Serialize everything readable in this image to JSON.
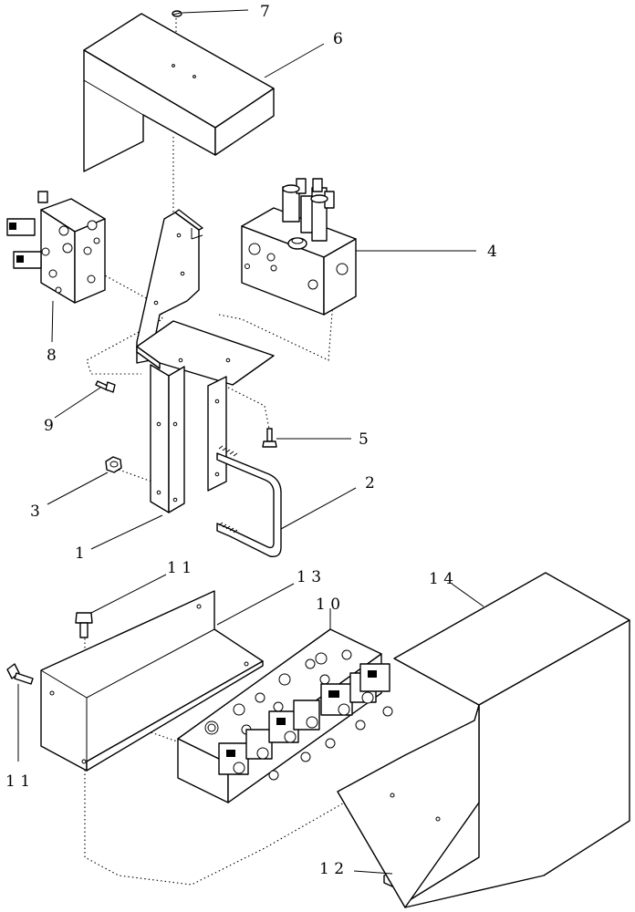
{
  "callouts": {
    "c1": "1",
    "c2": "2",
    "c3": "3",
    "c4": "4",
    "c5": "5",
    "c6": "6",
    "c7": "7",
    "c8": "8",
    "c9": "9",
    "c10": "1 0",
    "c11a": "1 1",
    "c11b": "1 1",
    "c12": "1 2",
    "c13": "1 3",
    "c14": "1 4"
  }
}
